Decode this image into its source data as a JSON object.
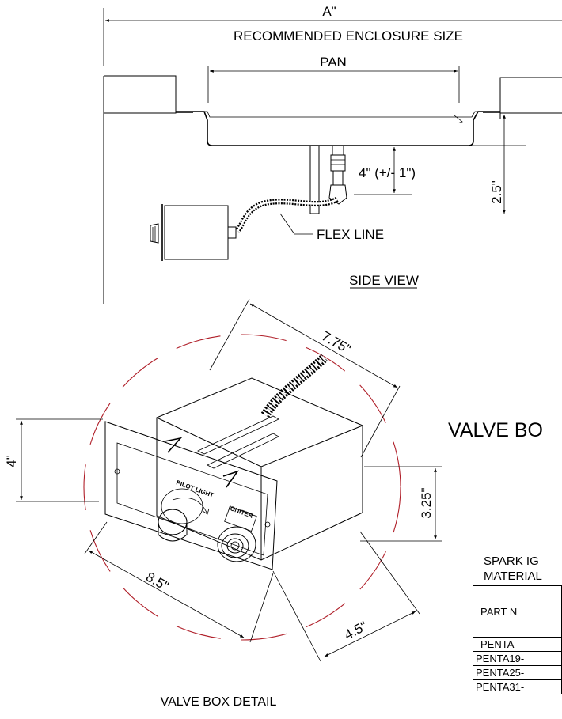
{
  "side_view": {
    "dim_a": "A\"",
    "enclosure_label": "RECOMMENDED ENCLOSURE SIZE",
    "pan_label": "PAN",
    "drop_dim": "4\" (+/- 1\")",
    "depth_dim": "2.5\"",
    "flex_line_label": "FLEX LINE",
    "title": "SIDE VIEW"
  },
  "valve_detail": {
    "dim_length": "7.75\"",
    "dim_height": "4\"",
    "dim_side_height": "3.25\"",
    "dim_width": "8.5\"",
    "dim_depth": "4.5\"",
    "title": "VALVE BOX DETAIL"
  },
  "right_panel": {
    "heading": "VALVE BO",
    "spark_line1": "SPARK IG",
    "spark_line2": "MATERIAL"
  },
  "table": {
    "header": "PART N",
    "rows": [
      "PENTA",
      "PENTA19-",
      "PENTA25-",
      "PENTA31-"
    ]
  }
}
